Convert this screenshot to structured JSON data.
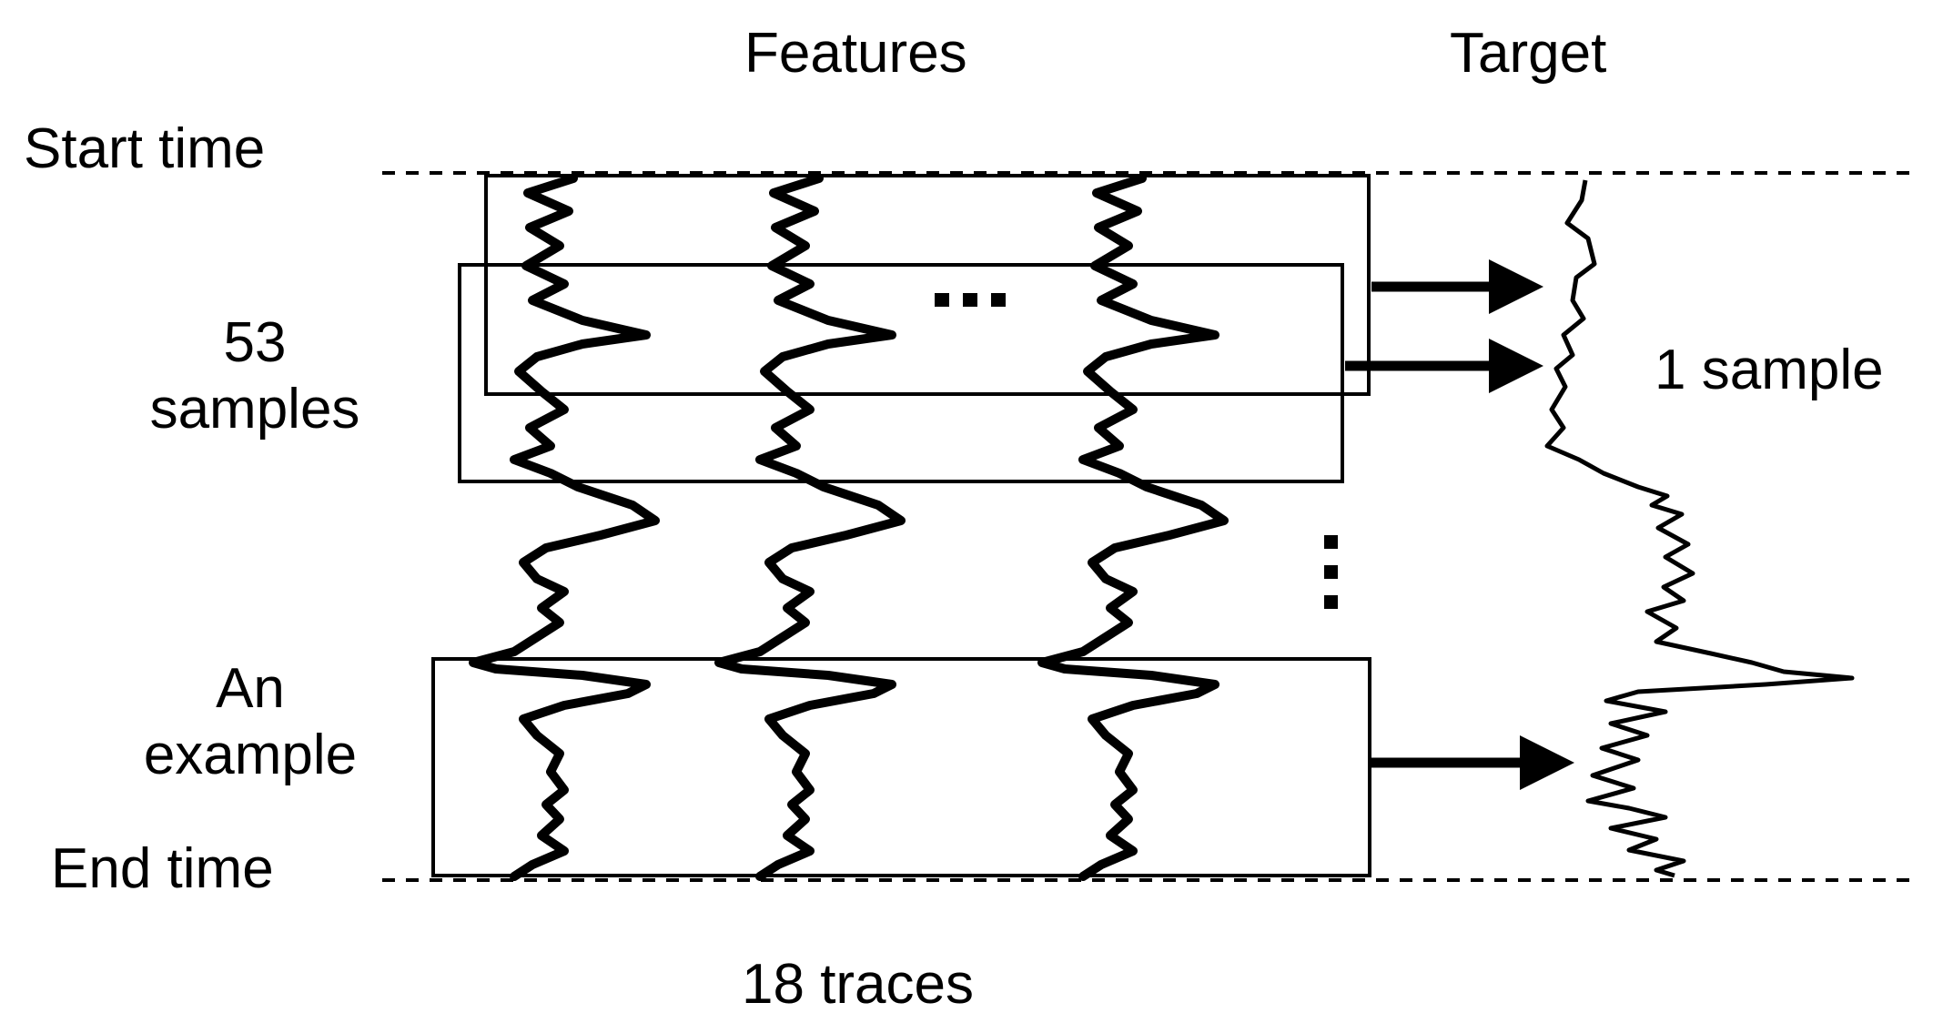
{
  "headers": {
    "features": "Features",
    "target": "Target"
  },
  "left_labels": {
    "start_time": "Start time",
    "window_count": "53",
    "window_unit": "samples",
    "example_line1": "An",
    "example_line2": "example",
    "end_time": "End time"
  },
  "right_label": "1 sample",
  "bottom_label": "18 traces",
  "colors": {
    "ink": "#000000",
    "background": "#ffffff"
  }
}
